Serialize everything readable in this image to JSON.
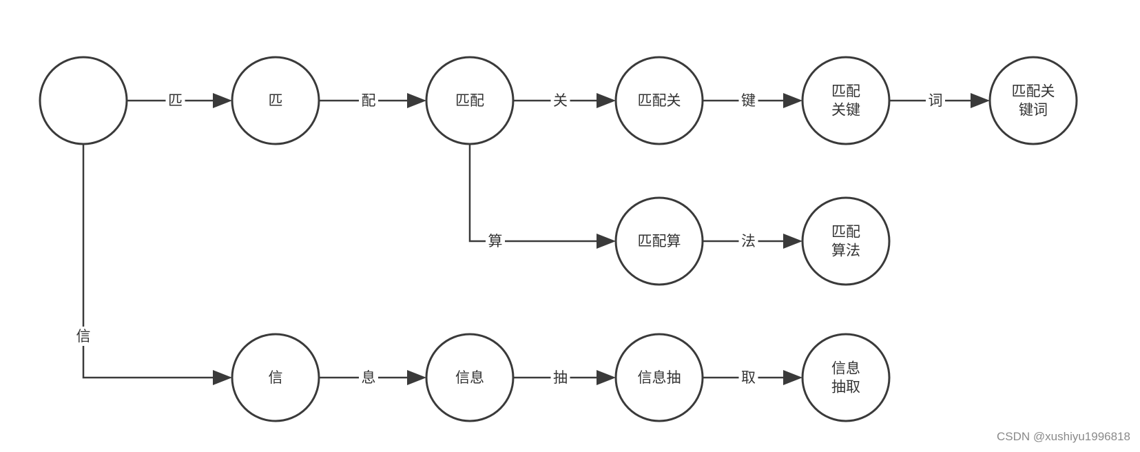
{
  "nodes": [
    {
      "id": "root",
      "lines": []
    },
    {
      "id": "n1",
      "lines": [
        "匹"
      ]
    },
    {
      "id": "n2",
      "lines": [
        "匹配"
      ]
    },
    {
      "id": "n3",
      "lines": [
        "匹配关"
      ]
    },
    {
      "id": "n4",
      "lines": [
        "匹配",
        "关键"
      ]
    },
    {
      "id": "n5",
      "lines": [
        "匹配关",
        "键词"
      ]
    },
    {
      "id": "n6",
      "lines": [
        "匹配算"
      ]
    },
    {
      "id": "n7",
      "lines": [
        "匹配",
        "算法"
      ]
    },
    {
      "id": "n8",
      "lines": [
        "信"
      ]
    },
    {
      "id": "n9",
      "lines": [
        "信息"
      ]
    },
    {
      "id": "n10",
      "lines": [
        "信息抽"
      ]
    },
    {
      "id": "n11",
      "lines": [
        "信息",
        "抽取"
      ]
    }
  ],
  "edges": [
    {
      "from": "root",
      "to": "n1",
      "label": "匹"
    },
    {
      "from": "n1",
      "to": "n2",
      "label": "配"
    },
    {
      "from": "n2",
      "to": "n3",
      "label": "关"
    },
    {
      "from": "n3",
      "to": "n4",
      "label": "键"
    },
    {
      "from": "n4",
      "to": "n5",
      "label": "词"
    },
    {
      "from": "n2",
      "to": "n6",
      "label": "算"
    },
    {
      "from": "n6",
      "to": "n7",
      "label": "法"
    },
    {
      "from": "root",
      "to": "n8",
      "label": "信"
    },
    {
      "from": "n8",
      "to": "n9",
      "label": "息"
    },
    {
      "from": "n9",
      "to": "n10",
      "label": "抽"
    },
    {
      "from": "n10",
      "to": "n11",
      "label": "取"
    }
  ],
  "watermark": "CSDN @xushiyu1996818"
}
